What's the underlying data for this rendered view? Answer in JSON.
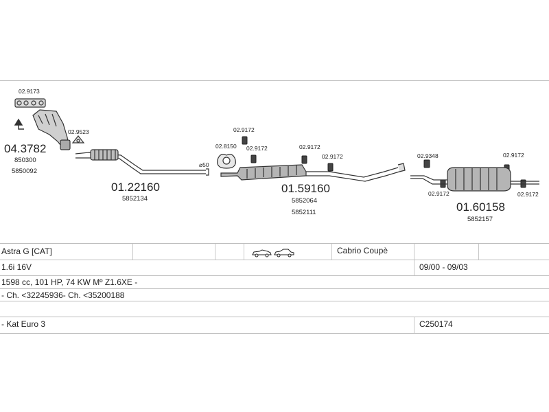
{
  "parts": {
    "gasket_top": "02.9173",
    "manifold_code": "04.3782",
    "manifold_ref1": "850300",
    "manifold_ref2": "5850092",
    "gasket_small": "02.9523",
    "front_pipe_code": "01.22160",
    "front_pipe_ref": "5852134",
    "pipe_dia": "⌀50",
    "clamp_a": "02.8150",
    "mount_a": "02.9172",
    "mount_b": "02.9172",
    "mount_c": "02.9172",
    "mount_d": "02.9172",
    "mid_code": "01.59160",
    "mid_ref1": "5852064",
    "mid_ref2": "5852111",
    "clamp_b": "02.9348",
    "mount_e": "02.9172",
    "mount_f": "02.9172",
    "mount_g": "02.9172",
    "rear_code": "01.60158",
    "rear_ref": "5852157"
  },
  "table": {
    "model": "Astra G  [CAT]",
    "body": "Cabrio Coupè",
    "engine": "1.6i 16V",
    "years": "09/00 - 09/03",
    "spec": "1598 cc, 101 HP, 74 KW Mº Z1.6XE -",
    "chassis": "- Ch. <32245936- Ch. <35200188",
    "norm": "- Kat Euro 3",
    "catalog_no": "C250174"
  }
}
